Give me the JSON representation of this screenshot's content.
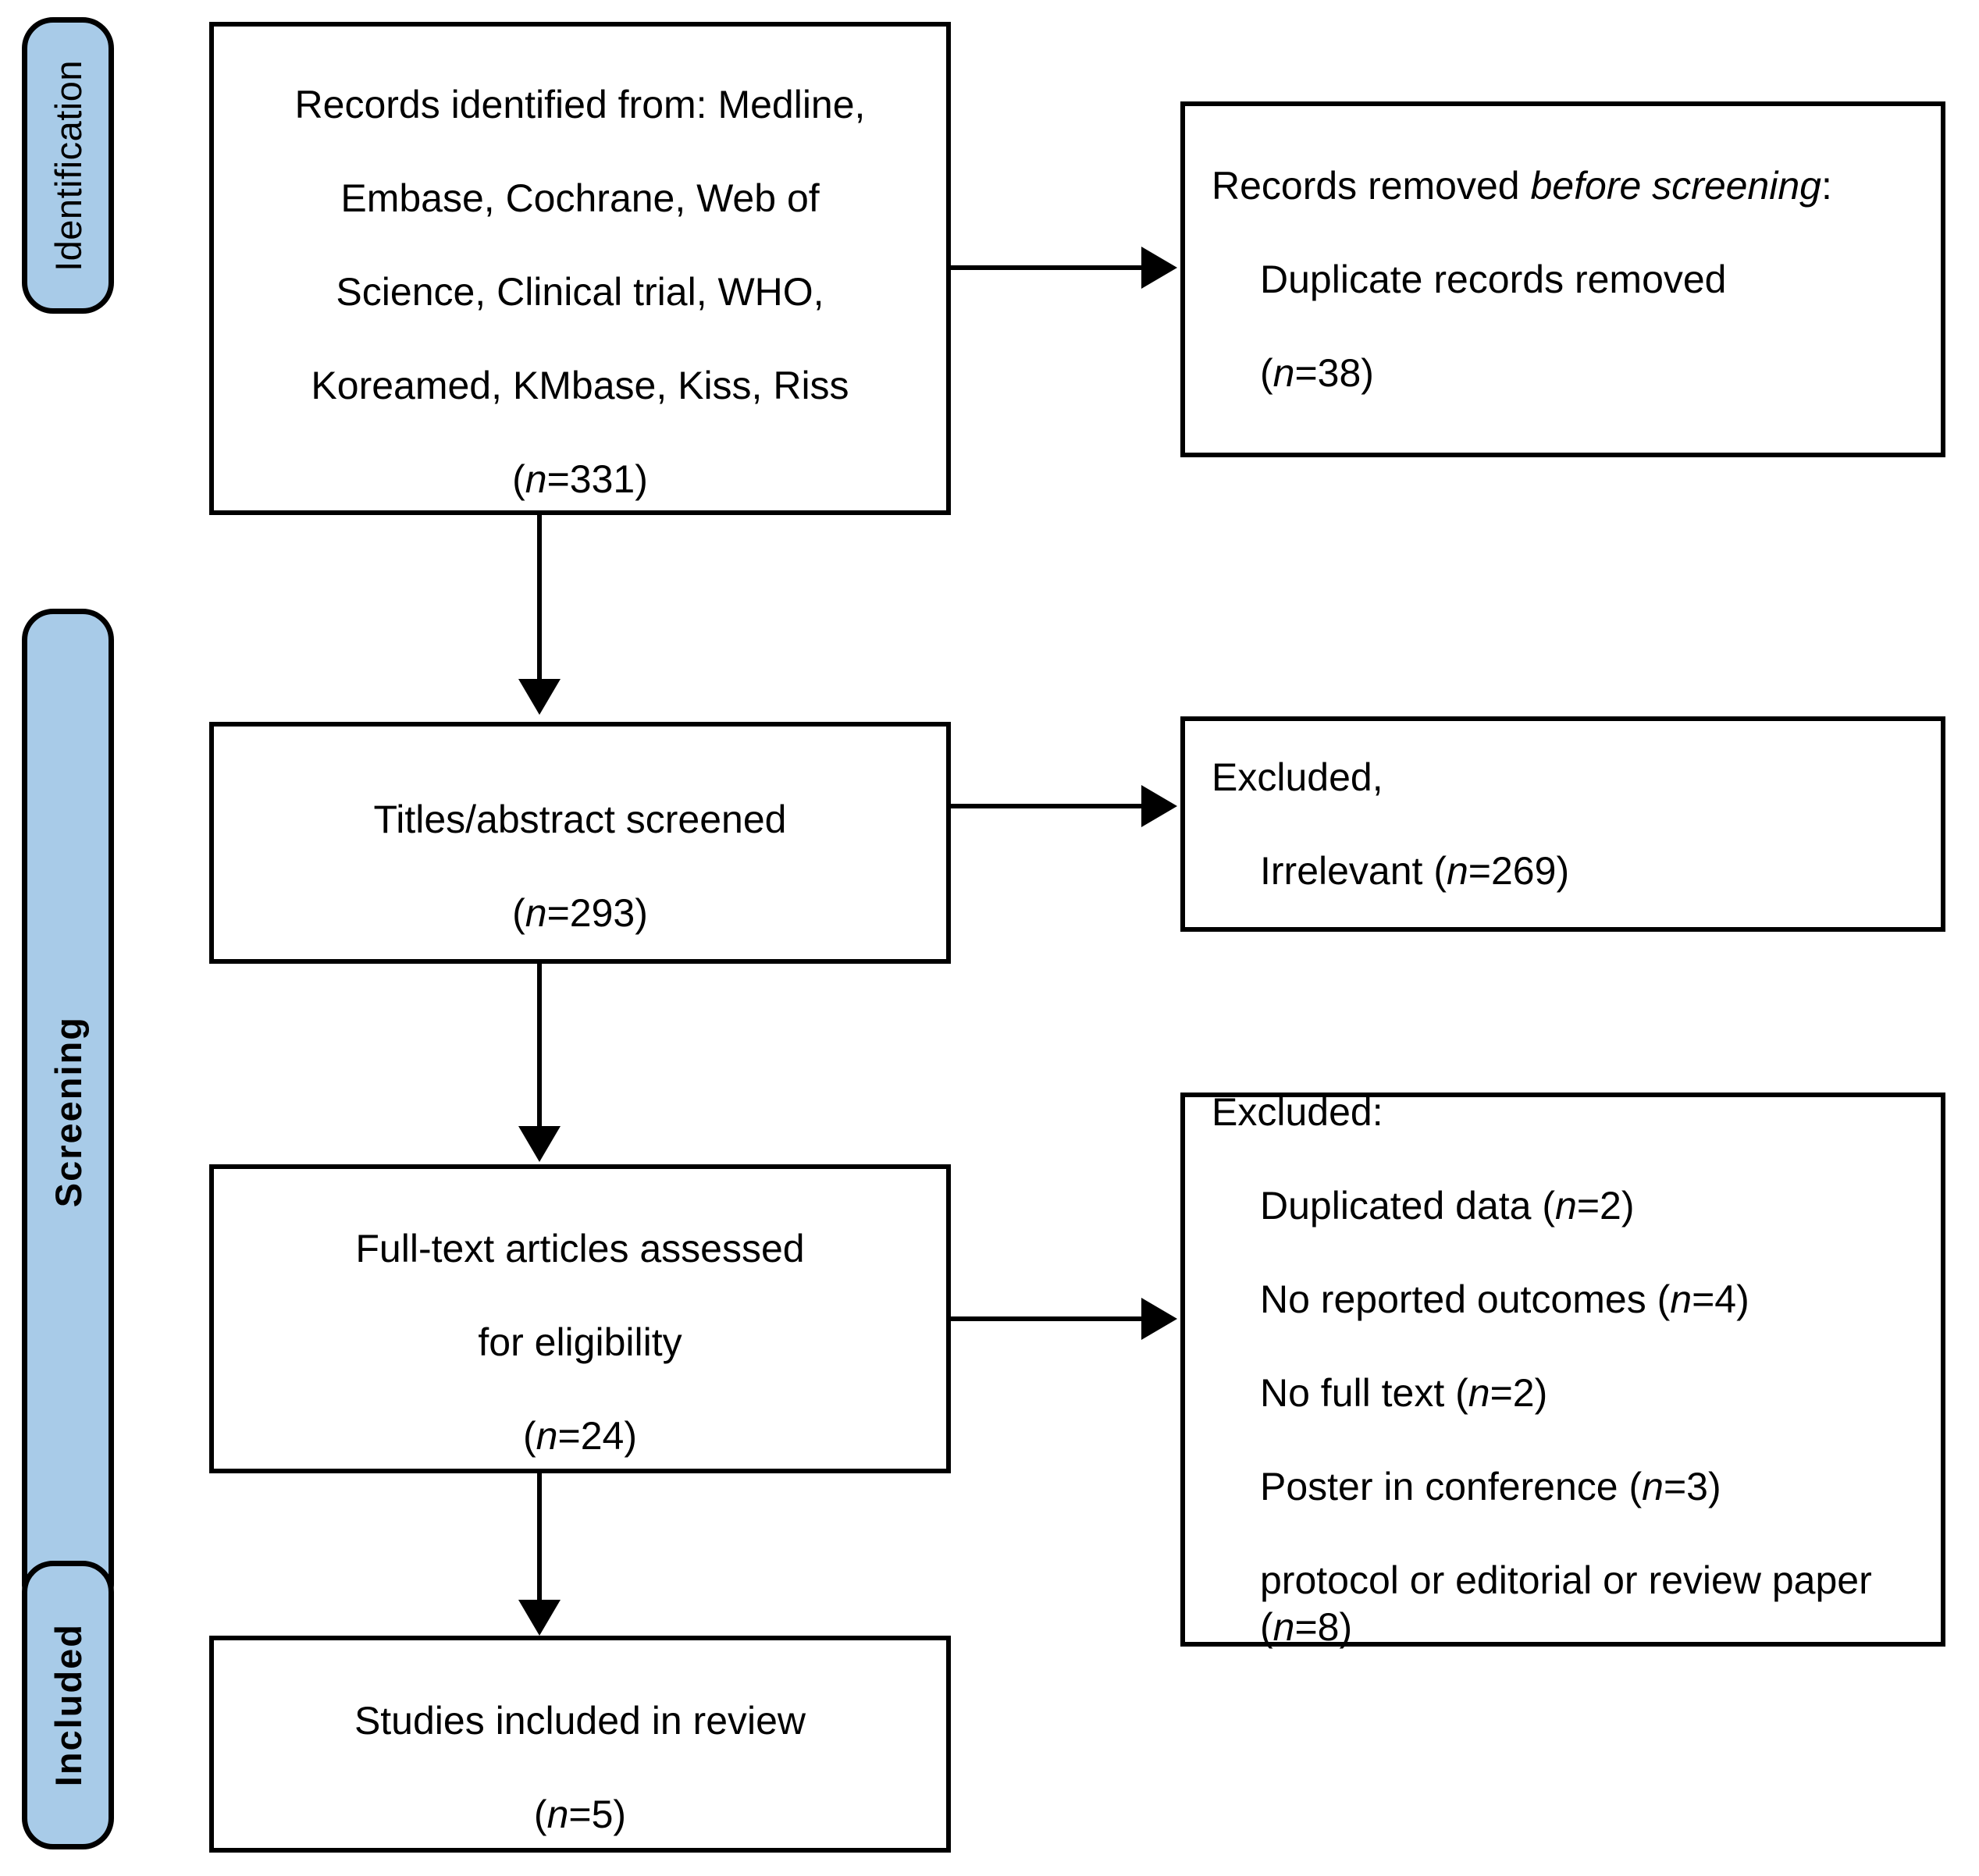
{
  "diagram": {
    "title": "PRISMA flow diagram",
    "colors": {
      "phase_tab_fill": "#a8cbe8",
      "border": "#000000",
      "box_fill": "#ffffff",
      "text": "#000000"
    }
  },
  "phases": [
    {
      "id": "identification",
      "label": "Identification"
    },
    {
      "id": "screening",
      "label": "Screening"
    },
    {
      "id": "included",
      "label": "Included"
    }
  ],
  "boxes": {
    "records_identified": {
      "line1": "Records identified from: Medline,",
      "line2": "Embase, Cochrane, Web of",
      "line3": "Science, Clinical trial, WHO,",
      "line4": "Koreamed, KMbase, Kiss, Riss",
      "count": "(n=331)",
      "n_label": "n",
      "n_value": "331"
    },
    "records_removed": {
      "heading_plain": "Records removed ",
      "heading_italic": "before screening",
      "heading_colon": ":",
      "item": "Duplicate records removed",
      "count": "(n=38)",
      "n_label": "n",
      "n_value": "38"
    },
    "titles_screened": {
      "line1": "Titles/abstract screened",
      "count": "(n=293)",
      "n_label": "n",
      "n_value": "293"
    },
    "excluded_irrelevant": {
      "heading": "Excluded,",
      "item": "Irrelevant (n=269)",
      "item_text": "Irrelevant",
      "n_label": "n",
      "n_value": "269"
    },
    "fulltext_assessed": {
      "line1": "Full-text articles assessed",
      "line2": "for eligibility",
      "count": "(n=24)",
      "n_label": "n",
      "n_value": "24"
    },
    "excluded_fulltext": {
      "heading": "Excluded:",
      "items": [
        {
          "reason": "Duplicated data",
          "n_label": "n",
          "n_value": "2"
        },
        {
          "reason": "No reported outcomes",
          "n_label": "n",
          "n_value": "4"
        },
        {
          "reason": "No full text",
          "n_label": "n",
          "n_value": "2"
        },
        {
          "reason": "Poster in conference",
          "n_label": "n",
          "n_value": "3"
        },
        {
          "reason": "protocol or editorial or review paper",
          "n_label": "n",
          "n_value": "8"
        }
      ]
    },
    "studies_included": {
      "line1": "Studies included in review",
      "count": "(n=5)",
      "n_label": "n",
      "n_value": "5"
    }
  }
}
